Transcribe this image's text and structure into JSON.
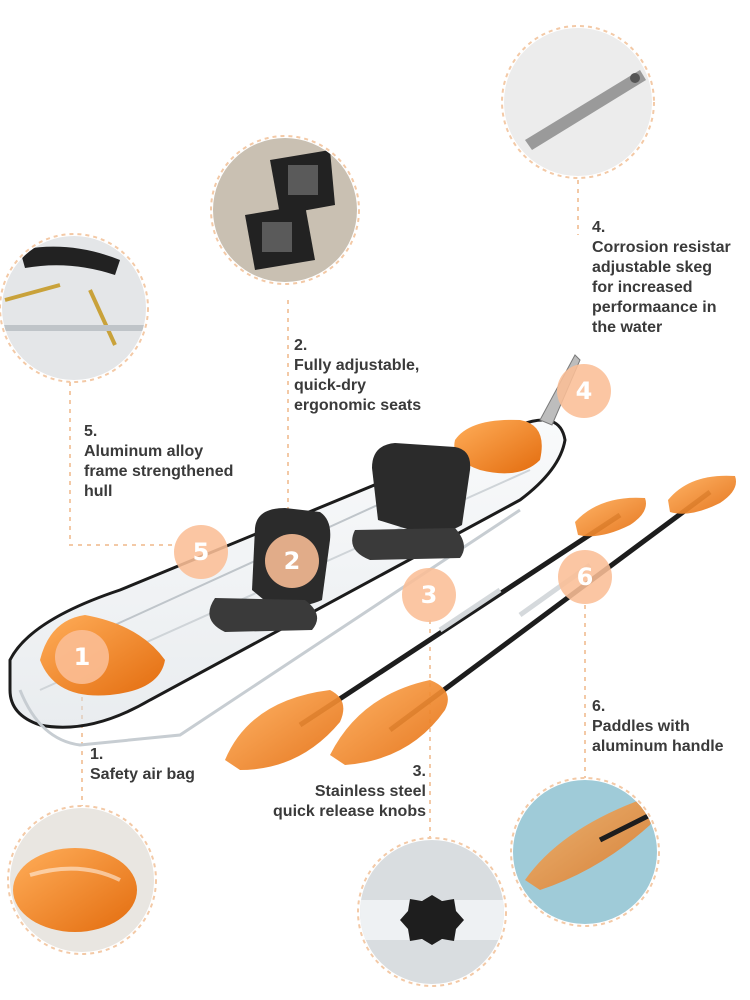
{
  "features": [
    {
      "badge": "1",
      "label": "1.\nSafety air bag",
      "icon": "safety-air-bag-closeup"
    },
    {
      "badge": "2",
      "label": "2.\nFully adjustable,\nquick-dry\nergonomic seats",
      "icon": "seats-closeup"
    },
    {
      "badge": "3",
      "label": "3.\nStainless steel\nquick release knobs",
      "icon": "knob-closeup"
    },
    {
      "badge": "4",
      "label": "4.\nCorrosion resistar\nadjustable skeg\nfor increased\nperformaance in\nthe water",
      "icon": "skeg-closeup"
    },
    {
      "badge": "5",
      "label": "5.\nAluminum alloy\nframe strengthened\nhull",
      "icon": "frame-closeup"
    },
    {
      "badge": "6",
      "label": "6.\nPaddles with\naluminum handle",
      "icon": "paddle-closeup"
    }
  ],
  "colors": {
    "accent": "#f08a1e",
    "badge": "#fabe96",
    "dashed": "#f3c9a6",
    "text": "#3a3a3a"
  }
}
